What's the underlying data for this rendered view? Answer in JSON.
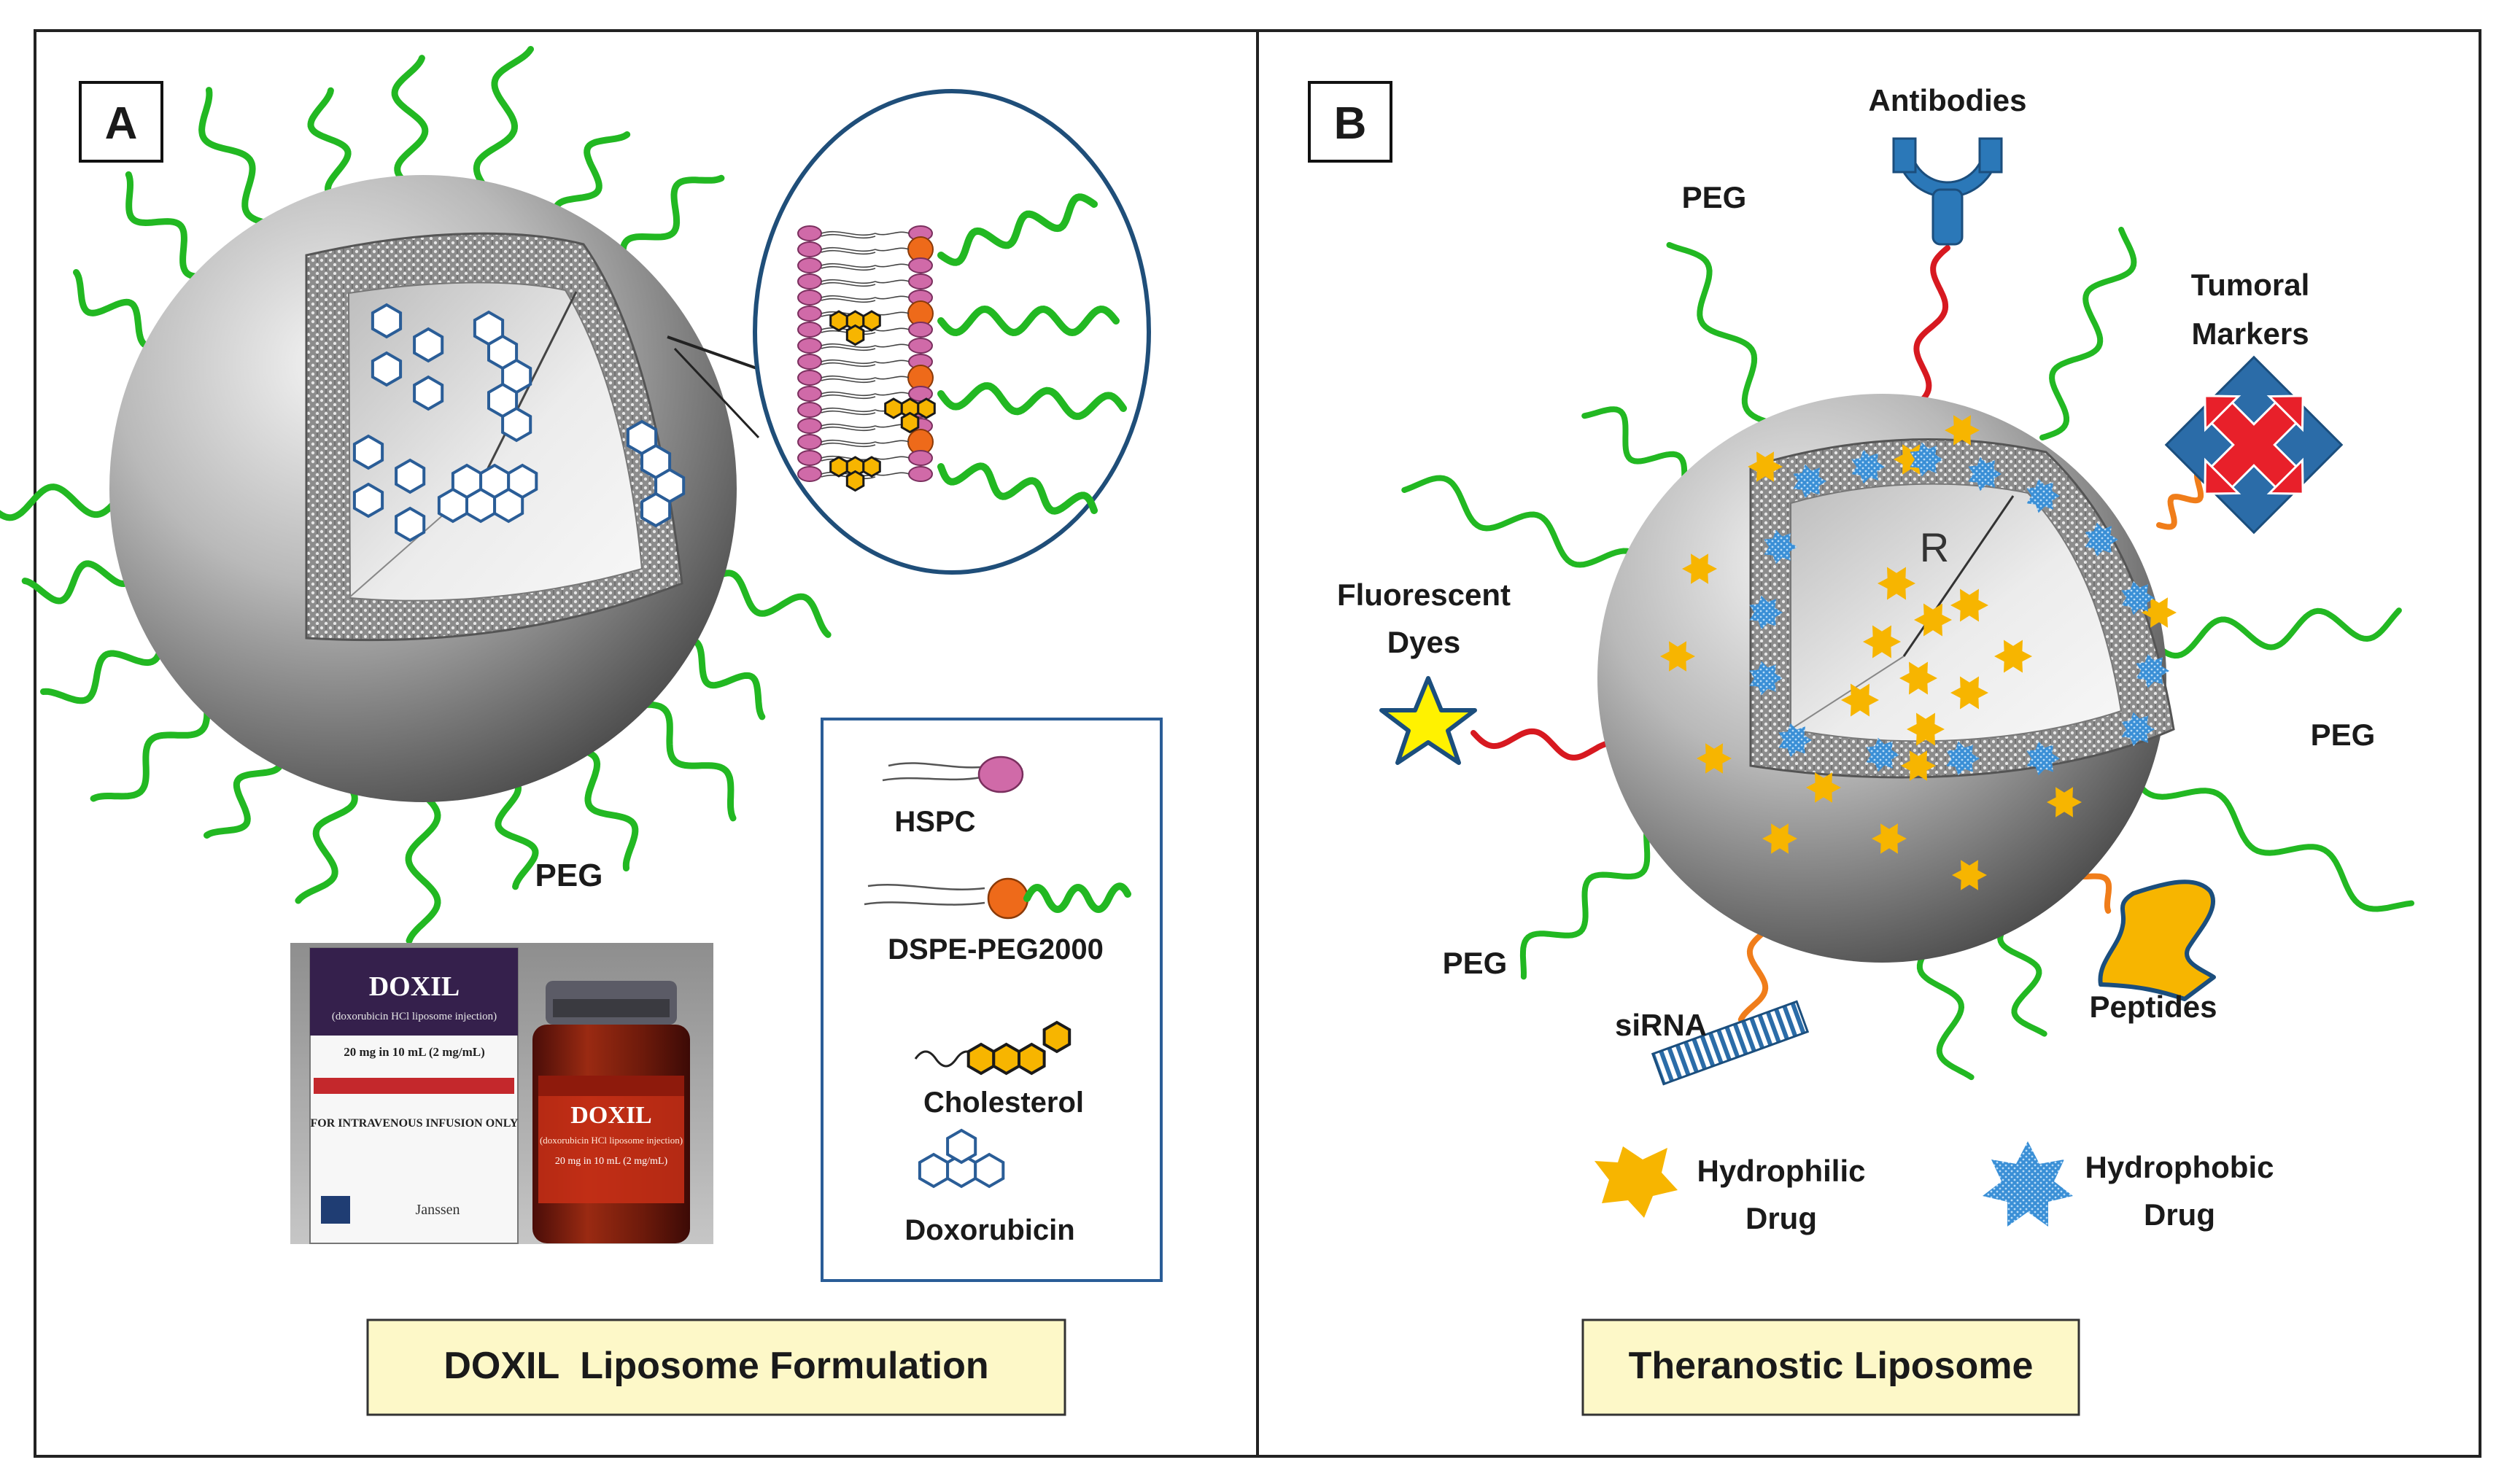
{
  "panel_a": {
    "letter": "A",
    "peg_label": "PEG",
    "legend": {
      "hspc": "HSPC",
      "dspe": "DSPE-PEG2000",
      "cholesterol": "Cholesterol",
      "doxorubicin": "Doxorubicin"
    },
    "product_photo": {
      "box_brand": "DOXIL",
      "box_sub": "(doxorubicin HCl liposome injection)",
      "box_dose": "20 mg in 10 mL (2 mg/mL)",
      "box_route": "FOR INTRAVENOUS INFUSION ONLY",
      "box_maker": "Janssen",
      "vial_brand": "DOXIL",
      "vial_sub": "(doxorubicin HCl liposome injection)",
      "vial_dose": "20 mg in 10 mL (2 mg/mL)"
    },
    "caption": "DOXIL  Liposome Formulation"
  },
  "panel_b": {
    "letter": "B",
    "labels": {
      "antibodies": "Antibodies",
      "peg_top": "PEG",
      "tumoral_line1": "Tumoral",
      "tumoral_line2": "Markers",
      "fluorescent_line1": "Fluorescent",
      "fluorescent_line2": "Dyes",
      "peg_right": "PEG",
      "peg_bottom": "PEG",
      "sirna": "siRNA",
      "peptides": "Peptides",
      "radius": "R"
    },
    "legend": {
      "hydrophilic_line1": "Hydrophilic",
      "hydrophilic_line2": "Drug",
      "hydrophobic_line1": "Hydrophobic",
      "hydrophobic_line2": "Drug"
    },
    "caption": "Theranostic Liposome"
  },
  "colors": {
    "peg_green": "#22b822",
    "linker_red": "#d71920",
    "linker_orange": "#f07d1a",
    "hydrophilic_drug": "#f7b500",
    "hydrophobic_drug": "#3a8fd6",
    "doxorubicin_blue": "#2a5d97",
    "hspc_pink": "#d06aa8",
    "dspe_orange": "#ee6a1a",
    "caption_fill": "#fdf8c8",
    "antibody_blue": "#2b78b8",
    "tumor_marker_red": "#e8202a"
  }
}
